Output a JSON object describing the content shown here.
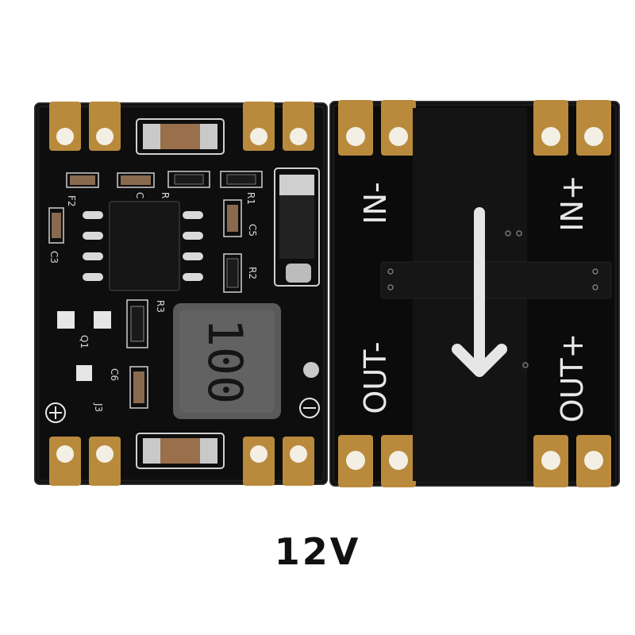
{
  "caption": "12V",
  "left_board": {
    "inductor_marking": "100",
    "silkscreen": [
      "F2",
      "C",
      "R",
      "R1",
      "C5",
      "R2",
      "C3",
      "R3",
      "Q1",
      "C6",
      "J3"
    ]
  },
  "right_board": {
    "labels": {
      "in_minus": "IN-",
      "in_plus": "IN+",
      "out_minus": "OUT-",
      "out_plus": "OUT+"
    }
  },
  "colors": {
    "board": "#0d0d0d",
    "pad_gold": "#b98a3c",
    "silkscreen": "#e8e8e8",
    "inductor": "#555555"
  }
}
